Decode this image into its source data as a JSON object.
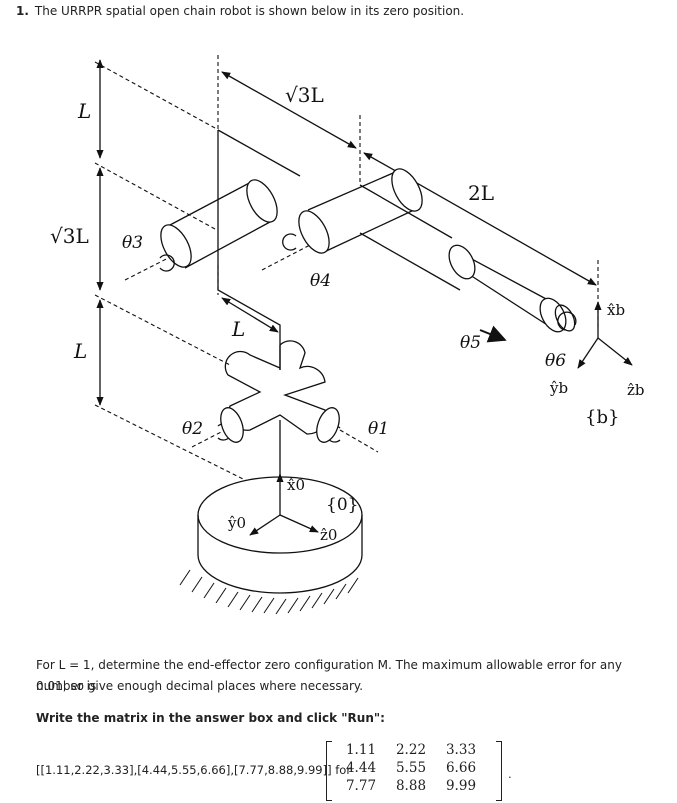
{
  "question": {
    "number": "1.",
    "intro": "The URRPR spatial open chain robot is shown below in its zero position."
  },
  "figure": {
    "dim_L_top": "L",
    "dim_sqrt3L_left": "√3L",
    "dim_L_bottom": "L",
    "dim_sqrt3L_top": "√3L",
    "dim_2L": "2L",
    "dim_L_mid": "L",
    "theta1": "θ1",
    "theta2": "θ2",
    "theta3": "θ3",
    "theta4": "θ4",
    "theta5": "θ5",
    "theta6": "θ6",
    "x0": "x̂0",
    "y0": "ŷ0",
    "z0": "ẑ0",
    "frame0": "{0}",
    "xb": "x̂b",
    "yb": "ŷb",
    "zb": "ẑb",
    "frameb": "{b}"
  },
  "prompt_line1": "For L = 1, determine the end-effector zero configuration M. The maximum allowable error for any number is",
  "prompt_line2": "0.01, so give enough decimal places where necessary.",
  "instruction": "Write the matrix in the answer box and click \"Run\":",
  "example": {
    "text": "[[1.11,2.22,3.33],[4.44,5.55,6.66],[7.77,8.88,9.99]] for",
    "matrix": [
      "1.11",
      "2.22",
      "3.33",
      "4.44",
      "5.55",
      "6.66",
      "7.77",
      "8.88",
      "9.99"
    ],
    "period": "."
  }
}
